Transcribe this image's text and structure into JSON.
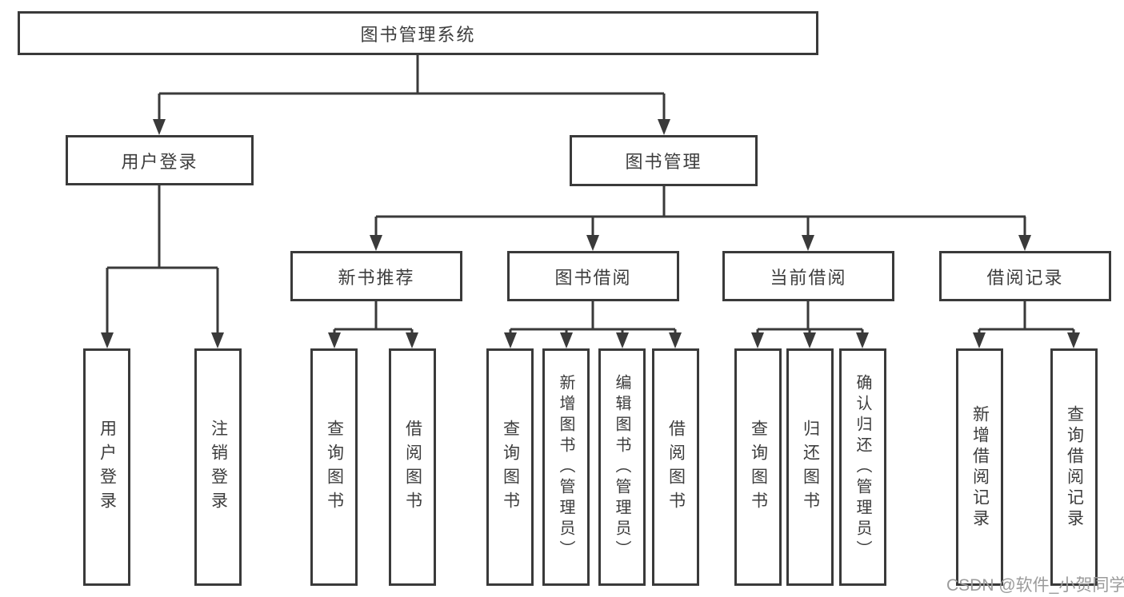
{
  "diagram": {
    "title": "图书管理系统",
    "type": "hierarchy-tree",
    "tree": {
      "label": "图书管理系统",
      "children": [
        {
          "label": "用户登录",
          "children": [
            {
              "label": "用户登录"
            },
            {
              "label": "注销登录"
            }
          ]
        },
        {
          "label": "图书管理",
          "children": [
            {
              "label": "新书推荐",
              "children": [
                {
                  "label": "查询图书"
                },
                {
                  "label": "借阅图书"
                }
              ]
            },
            {
              "label": "图书借阅",
              "children": [
                {
                  "label": "查询图书"
                },
                {
                  "label": "新增图书（管理员）"
                },
                {
                  "label": "编辑图书（管理员）"
                },
                {
                  "label": "借阅图书"
                }
              ]
            },
            {
              "label": "当前借阅",
              "children": [
                {
                  "label": "查询图书"
                },
                {
                  "label": "归还图书"
                },
                {
                  "label": "确认归还（管理员）"
                }
              ]
            },
            {
              "label": "借阅记录",
              "children": [
                {
                  "label": "新增借阅记录"
                },
                {
                  "label": "查询借阅记录"
                }
              ]
            }
          ]
        }
      ]
    }
  },
  "watermark": {
    "text": "CSDN @软件_小贺同学"
  },
  "colors": {
    "background": "#ffffff",
    "line": "#3a3a3a",
    "box_border": "#3a3a3a",
    "text": "#3d3d3d",
    "watermark": "#9b9b9b"
  }
}
